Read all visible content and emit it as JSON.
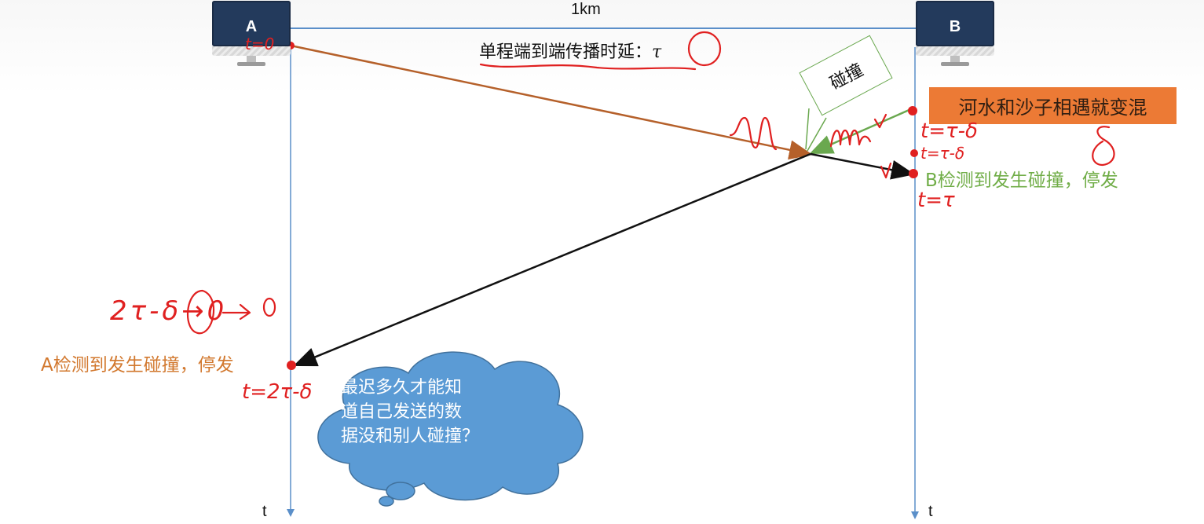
{
  "hosts": {
    "a_label": "A",
    "b_label": "B"
  },
  "distance_label": "1km",
  "propagation_label": "单程端到端传播时延：",
  "propagation_symbol": "τ",
  "collision_label": "碰撞",
  "analogy_label": "河水和沙子相遇就变混",
  "b_detect_label": "B检测到发生碰撞，停发",
  "a_detect_label": "A检测到发生碰撞，停发",
  "question_lines": [
    "最迟多久才能知",
    "道自己发送的数",
    "据没和别人碰撞？"
  ],
  "time_axis_a": "t",
  "time_axis_b": "t",
  "handwriting": {
    "t0": "t=0",
    "t_tau_minus_delta": "t=τ-δ",
    "t_tau_minus_delta_2": "t=τ-δ",
    "t_tau": "t=τ",
    "delta": "δ",
    "two_tau_limit": "2τ-δ→0",
    "t_two_tau_minus_delta": "t=2τ-δ"
  },
  "colors": {
    "timeline": "#5b8fc9",
    "frame_a": "#b5602a",
    "frame_b": "#6aa84f",
    "return_signal": "#111111",
    "annotation": "#e02020",
    "cloud": "#5b9bd5",
    "orange_box": "#ec7a35"
  }
}
